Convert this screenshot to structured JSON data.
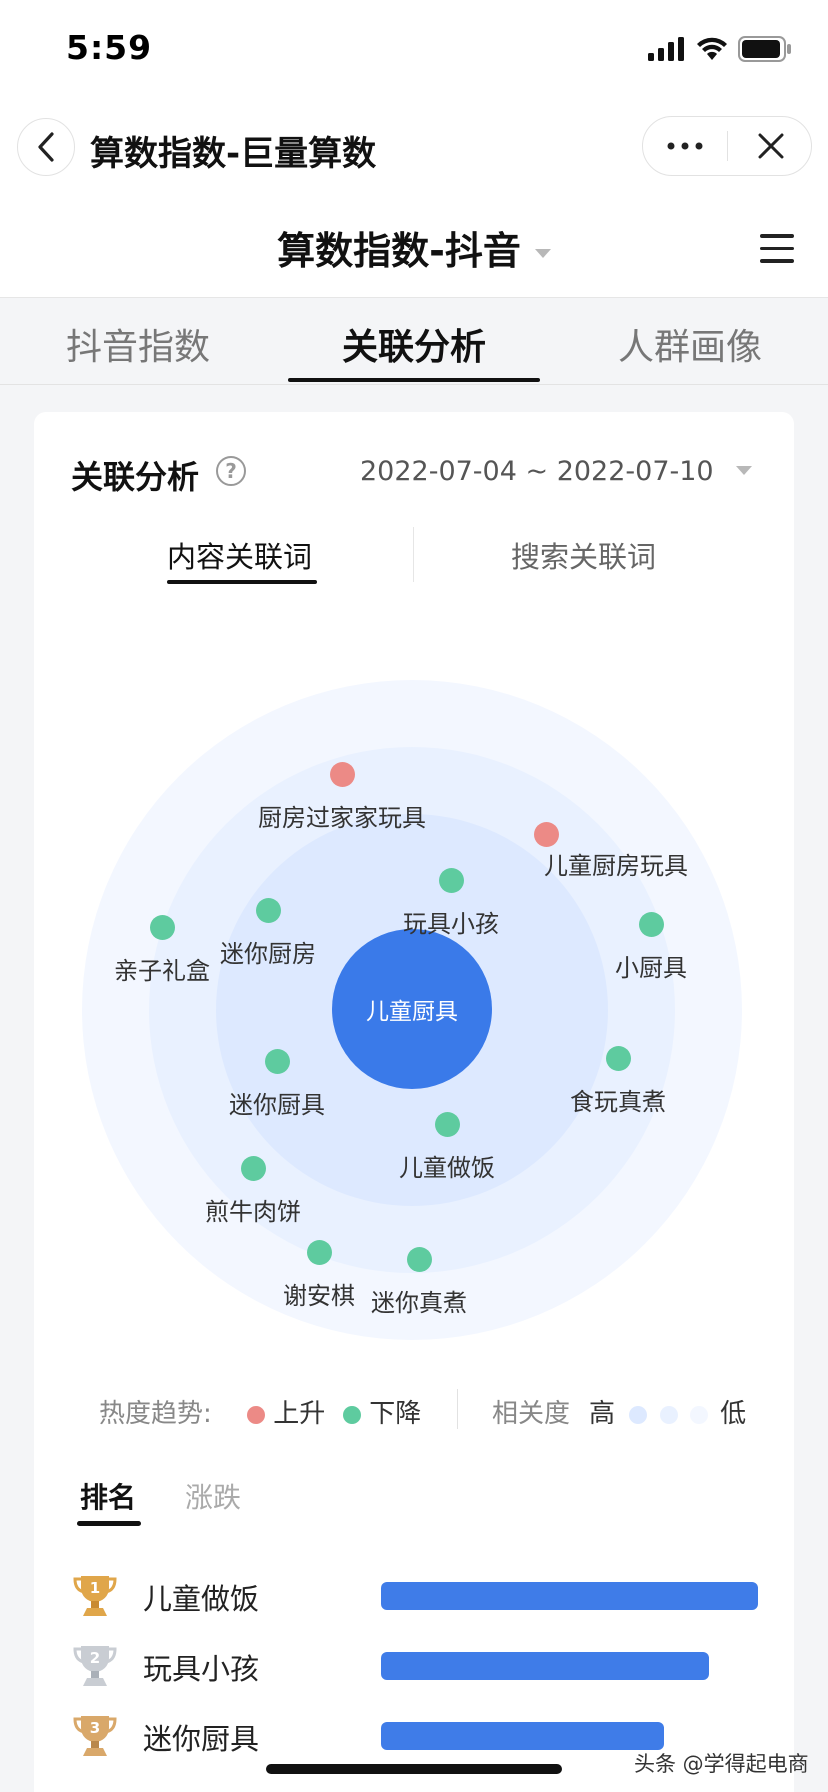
{
  "status_bar": {
    "time": "5:59"
  },
  "window": {
    "title": "算数指数-巨量算数"
  },
  "app": {
    "title": "算数指数-抖音"
  },
  "main_tabs": [
    {
      "label": "抖音指数",
      "active": false
    },
    {
      "label": "关联分析",
      "active": true
    },
    {
      "label": "人群画像",
      "active": false
    }
  ],
  "section": {
    "title": "关联分析",
    "help": "?",
    "date_range": "2022-07-04 ~ 2022-07-10"
  },
  "sub_tabs": [
    {
      "label": "内容关联词",
      "active": true
    },
    {
      "label": "搜索关联词",
      "active": false
    }
  ],
  "graph": {
    "center": "儿童厨具",
    "nodes": [
      {
        "label": "厨房过家家玩具",
        "trend": "up"
      },
      {
        "label": "儿童厨房玩具",
        "trend": "up"
      },
      {
        "label": "玩具小孩",
        "trend": "down"
      },
      {
        "label": "迷你厨房",
        "trend": "down"
      },
      {
        "label": "亲子礼盒",
        "trend": "down"
      },
      {
        "label": "小厨具",
        "trend": "down"
      },
      {
        "label": "食玩真煮",
        "trend": "down"
      },
      {
        "label": "迷你厨具",
        "trend": "down"
      },
      {
        "label": "儿童做饭",
        "trend": "down"
      },
      {
        "label": "煎牛肉饼",
        "trend": "down"
      },
      {
        "label": "谢安棋",
        "trend": "down"
      },
      {
        "label": "迷你真煮",
        "trend": "down"
      }
    ],
    "colors": {
      "up": "#ec8a86",
      "down": "#5ecb9f",
      "center": "#3a7ae9"
    }
  },
  "legend": {
    "trend_label": "热度趋势:",
    "up_label": "上升",
    "down_label": "下降",
    "relevance_label": "相关度",
    "high": "高",
    "low": "低"
  },
  "rank_tabs": [
    {
      "label": "排名",
      "active": true
    },
    {
      "label": "涨跌",
      "active": false
    }
  ],
  "ranking": [
    {
      "rank": "1",
      "name": "儿童做饭",
      "value": 100
    },
    {
      "rank": "2",
      "name": "玩具小孩",
      "value": 87
    },
    {
      "rank": "3",
      "name": "迷你厨具",
      "value": 75
    }
  ],
  "watermark": "头条 @学得起电商"
}
